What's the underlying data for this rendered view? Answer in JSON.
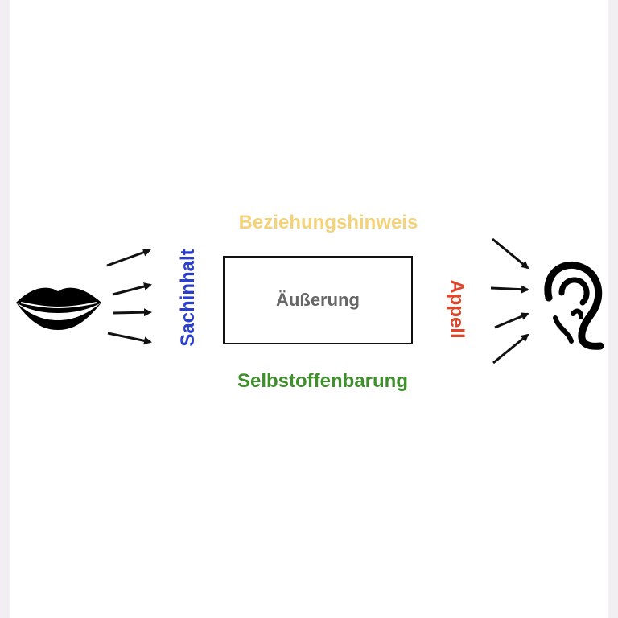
{
  "diagram": {
    "relationship_label": "Beziehungshinweis",
    "self_revelation_label": "Selbstoffenbarung",
    "factual_label": "Sachinhalt",
    "appeal_label": "Appell",
    "message_label": "Äußerung"
  },
  "colors": {
    "relationship": "#f3d27a",
    "self_revelation": "#3f8f2d",
    "factual": "#2a3fd0",
    "appeal": "#e0442a",
    "message": "#666666"
  },
  "icons": {
    "sender": "mouth-icon",
    "receiver": "ear-icon"
  }
}
